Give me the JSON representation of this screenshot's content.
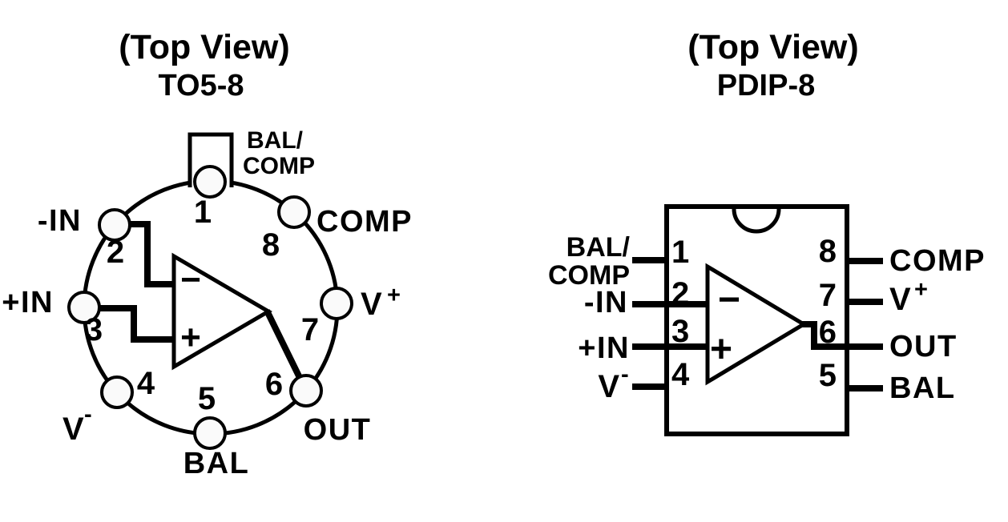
{
  "colors": {
    "ink": "#000000",
    "background": "#ffffff",
    "pin_fill": "#fafafa"
  },
  "to5": {
    "title": "(Top View)",
    "package": "TO5-8",
    "pins": [
      {
        "num": "1",
        "label": "BAL/",
        "label2": "COMP"
      },
      {
        "num": "2",
        "label": "-IN"
      },
      {
        "num": "3",
        "label": "+IN"
      },
      {
        "num": "4",
        "label": "V",
        "sup": "-"
      },
      {
        "num": "5",
        "label": "BAL"
      },
      {
        "num": "6",
        "label": "OUT"
      },
      {
        "num": "7",
        "label": "V",
        "sup": "+"
      },
      {
        "num": "8",
        "label": "COMP"
      }
    ],
    "opamp": {
      "inverting": "−",
      "noninverting": "+"
    }
  },
  "pdip": {
    "title": "(Top View)",
    "package": "PDIP-8",
    "pins": [
      {
        "num": "1",
        "label": "BAL/",
        "label2": "COMP"
      },
      {
        "num": "2",
        "label": "-IN"
      },
      {
        "num": "3",
        "label": "+IN"
      },
      {
        "num": "4",
        "label": "V",
        "sup": "-"
      },
      {
        "num": "5",
        "label": "BAL"
      },
      {
        "num": "6",
        "label": "OUT"
      },
      {
        "num": "7",
        "label": "V",
        "sup": "+"
      },
      {
        "num": "8",
        "label": "COMP"
      }
    ],
    "opamp": {
      "inverting": "−",
      "noninverting": "+"
    }
  }
}
